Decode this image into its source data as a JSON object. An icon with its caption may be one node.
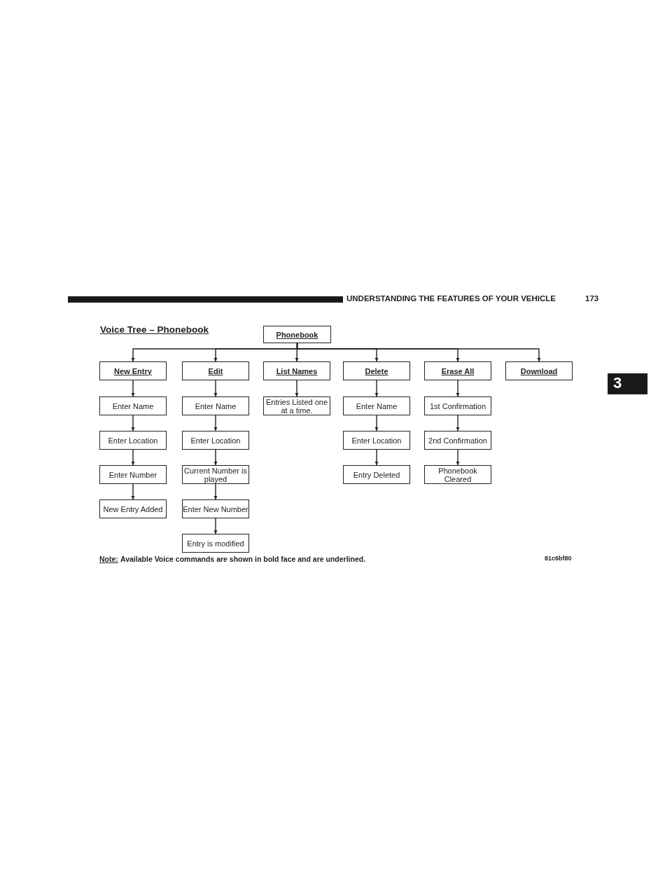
{
  "diagram": {
    "title": "Voice Tree – Phonebook",
    "nodes": [
      {
        "text": [
          "Phonebook"
        ]
      },
      {
        "text": [
          "New Entry"
        ]
      },
      {
        "text": [
          "Edit"
        ]
      },
      {
        "text": [
          "List Names"
        ]
      },
      {
        "text": [
          "Delete"
        ]
      },
      {
        "text": [
          "Erase All"
        ]
      },
      {
        "text": [
          "Download"
        ]
      },
      {
        "text": [
          "Enter Name"
        ]
      },
      {
        "text": [
          "Enter Name"
        ]
      },
      {
        "text": [
          "Entries Listed one at a time."
        ]
      },
      {
        "text": [
          "Enter Name"
        ]
      },
      {
        "text": [
          "1st Confirmation"
        ]
      },
      {
        "text": [
          "Enter Location"
        ]
      },
      {
        "text": [
          "Enter Location"
        ]
      },
      {
        "text": [
          "Enter Location"
        ]
      },
      {
        "text": [
          "2nd Confirmation"
        ]
      },
      {
        "text": [
          "Enter Number"
        ]
      },
      {
        "text": [
          "Current Number is played"
        ]
      },
      {
        "text": [
          "Entry Deleted"
        ]
      },
      {
        "text": [
          "Phonebook Cleared"
        ]
      },
      {
        "text": [
          "New Entry Added"
        ]
      },
      {
        "text": [
          "Enter New Number"
        ]
      },
      {
        "text": [
          "Entry is modified"
        ]
      }
    ],
    "edges": [
      {
        "from": 0,
        "to": 1,
        "arrow": "to"
      },
      {
        "from": 0,
        "to": 2,
        "arrow": "to"
      },
      {
        "from": 0,
        "to": 3,
        "arrow": "to"
      },
      {
        "from": 0,
        "to": 4,
        "arrow": "to"
      },
      {
        "from": 0,
        "to": 5,
        "arrow": "to"
      },
      {
        "from": 0,
        "to": 6,
        "arrow": "to"
      },
      {
        "from": 1,
        "to": 7,
        "arrow": "to"
      },
      {
        "from": 7,
        "to": 12,
        "arrow": "to"
      },
      {
        "from": 12,
        "to": 16,
        "arrow": "to"
      },
      {
        "from": 16,
        "to": 20,
        "arrow": "to"
      },
      {
        "from": 2,
        "to": 8,
        "arrow": "to"
      },
      {
        "from": 8,
        "to": 13,
        "arrow": "to"
      },
      {
        "from": 13,
        "to": 17,
        "arrow": "to"
      },
      {
        "from": 17,
        "to": 21,
        "arrow": "to"
      },
      {
        "from": 21,
        "to": 22,
        "arrow": "to"
      },
      {
        "from": 3,
        "to": 9,
        "arrow": "to"
      },
      {
        "from": 4,
        "to": 10,
        "arrow": "to"
      },
      {
        "from": 10,
        "to": 14,
        "arrow": "to"
      },
      {
        "from": 14,
        "to": 18,
        "arrow": "to"
      },
      {
        "from": 5,
        "to": 11,
        "arrow": "to"
      },
      {
        "from": 11,
        "to": 15,
        "arrow": "to"
      },
      {
        "from": 15,
        "to": 19,
        "arrow": "to"
      }
    ],
    "labels": [
      "UNDERSTANDING THE FEATURES OF YOUR VEHICLE",
      "173",
      "3",
      "Note:",
      "Available Voice commands are shown in bold face and are underlined.",
      "81c6bf80"
    ]
  }
}
